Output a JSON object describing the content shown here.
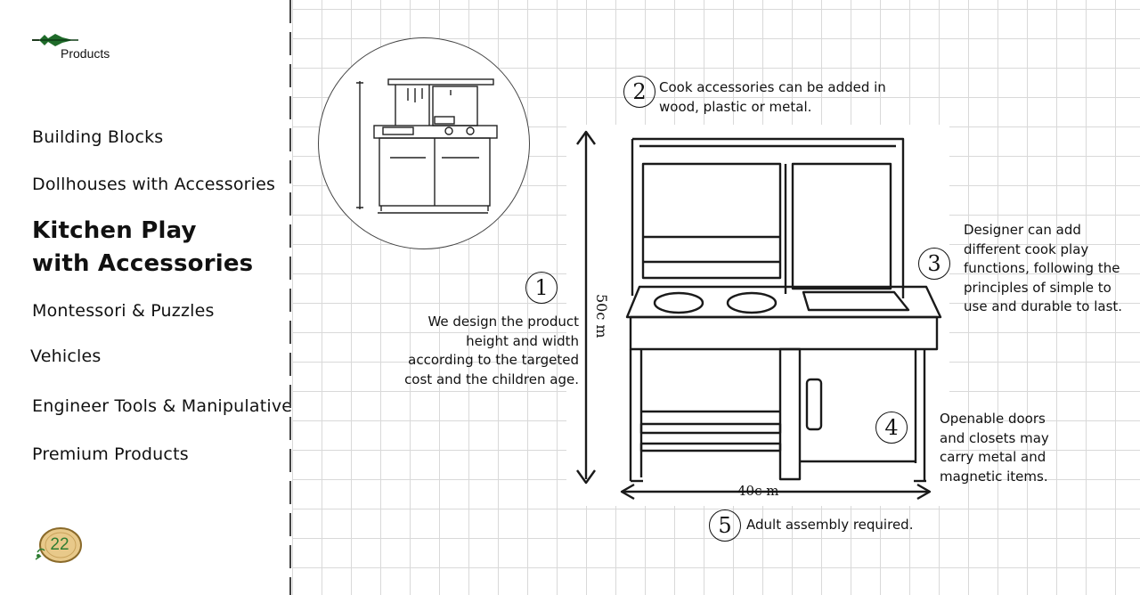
{
  "brand": {
    "label": "Products"
  },
  "nav": {
    "items": [
      {
        "label": "Building Blocks"
      },
      {
        "label": "Dollhouses with Accessories"
      },
      {
        "label": "Kitchen Play\nwith Accessories"
      },
      {
        "label": "Montessori & Puzzles"
      },
      {
        "label": "Vehicles"
      },
      {
        "label": "Engineer Tools & Manipulatives"
      },
      {
        "label": "Premium Products"
      }
    ],
    "active_index": 2
  },
  "page_number": "22",
  "drawing": {
    "height_label": "50c m",
    "width_label": "40c m"
  },
  "notes": [
    {
      "number": "1",
      "text": "We design the product height and width according to the targeted cost and the children age."
    },
    {
      "number": "2",
      "text": "Cook accessories can be added in wood, plastic or metal."
    },
    {
      "number": "3",
      "text": "Designer can add different cook play functions, following the principles of simple to use and durable to last."
    },
    {
      "number": "4",
      "text": "Openable doors and closets may carry metal and magnetic items."
    },
    {
      "number": "5",
      "text": "Adult assembly required."
    }
  ],
  "colors": {
    "accent_green": "#2e7d32",
    "brand_green": "#1f6b2a",
    "grid": "#d9d9d9"
  }
}
